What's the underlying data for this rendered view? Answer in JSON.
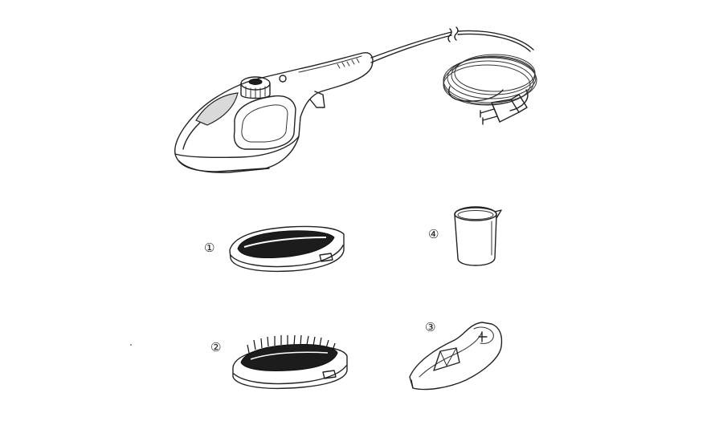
{
  "labels": {
    "part1": "①",
    "part2": "②",
    "part3": "③",
    "part4": "④"
  }
}
